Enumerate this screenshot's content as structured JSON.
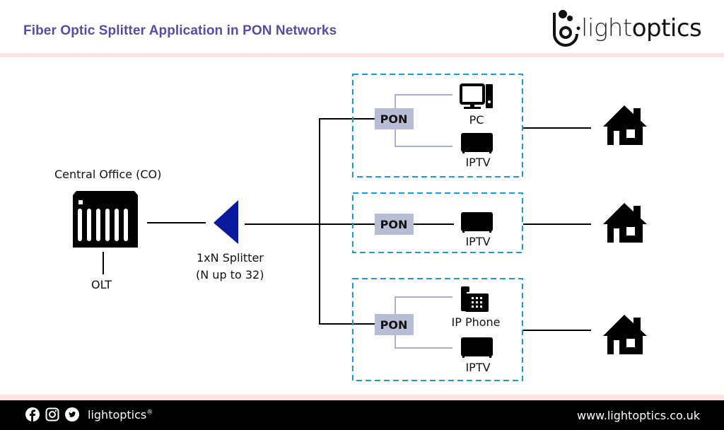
{
  "header": {
    "title": "Fiber Optic Splitter Application in PON Networks",
    "logo_text_light": "light",
    "logo_text_bold": "optics"
  },
  "diagram": {
    "central_office_label": "Central Office (CO)",
    "olt_label": "OLT",
    "splitter_label_line1": "1xN Splitter",
    "splitter_label_line2": "(N up to 32)",
    "splitter_color": "#0a1a9c",
    "box_border_color": "#1a9ad6",
    "pon_fill_color": "#b8bdd6",
    "groups": [
      {
        "pon_label": "PON",
        "devices": [
          {
            "icon": "pc-icon",
            "label": "PC"
          },
          {
            "icon": "tv-icon",
            "label": "IPTV"
          }
        ]
      },
      {
        "pon_label": "PON",
        "devices": [
          {
            "icon": "tv-icon",
            "label": "IPTV"
          }
        ]
      },
      {
        "pon_label": "PON",
        "devices": [
          {
            "icon": "phone-icon",
            "label": "IP Phone"
          },
          {
            "icon": "tv-icon",
            "label": "IPTV"
          }
        ]
      }
    ]
  },
  "footer": {
    "social_icons": [
      "facebook-icon",
      "instagram-icon",
      "twitter-icon"
    ],
    "brand": "lightoptics",
    "registered": "®",
    "url": "www.lightoptics.co.uk"
  }
}
